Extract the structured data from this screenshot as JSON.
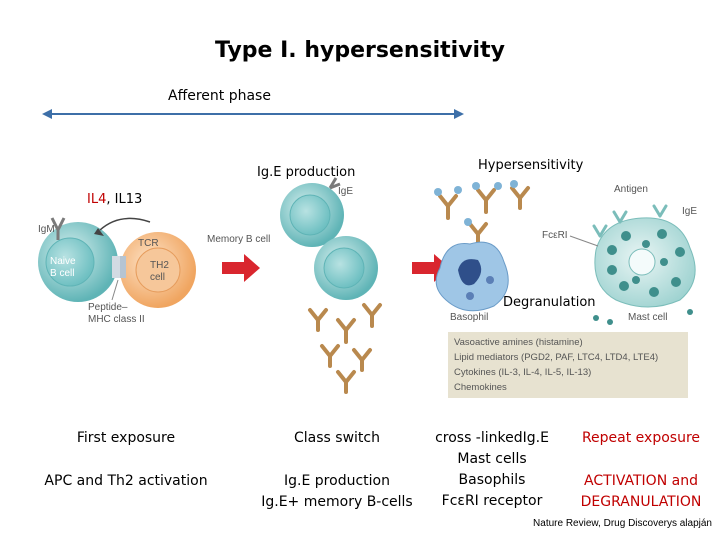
{
  "title": "Type I. hypersensitivity",
  "phase_label": "Afferent phase",
  "ige_production_header": "Ig.E production",
  "hypersensitivity_header": "Hypersensitivity",
  "cytokines": {
    "il4": "IL4",
    "sep": ", ",
    "il13": "IL13"
  },
  "left_panel": {
    "igm": "IgM",
    "tcr": "TCR",
    "naive_b": [
      "Naive",
      "B cell"
    ],
    "th2": [
      "TH2",
      "cell"
    ],
    "peptide_mhc": [
      "Peptide–",
      "MHC class II"
    ]
  },
  "middle_panel": {
    "ige": "IgE",
    "memory_b": "Memory B cell"
  },
  "right_panel": {
    "antigen": "Antigen",
    "ige": "IgE",
    "fceri": "FcεRI",
    "degranulation": "Degranulation",
    "basophil": "Basophil",
    "mast_cell": "Mast cell",
    "mediators": [
      "Vasoactive amines (histamine)",
      "Lipid mediators (PGD2, PAF, LTC4, LTD4, LTE4)",
      "Cytokines (IL-3, IL-4, IL-5, IL-13)",
      "Chemokines"
    ]
  },
  "bottom": {
    "col1": [
      "First exposure",
      "APC and Th2 activation"
    ],
    "col2": [
      "Class switch",
      "Ig.E production",
      "Ig.E+ memory B-cells"
    ],
    "col3": [
      "cross -linkedIg.E",
      "Mast cells",
      "Basophils",
      "FcεRI receptor"
    ],
    "col4": [
      "Repeat exposure",
      "ACTIVATION and",
      "DEGRANULATION"
    ]
  },
  "credit": "Nature Review, Drug Discoverys alapján",
  "colors": {
    "accent_red": "#c00000",
    "arrow_blue": "#3d6fa8",
    "block_arrow": "#d9262e",
    "teal_cell": "#7fc8c8",
    "orange_cell": "#f3b27a"
  }
}
